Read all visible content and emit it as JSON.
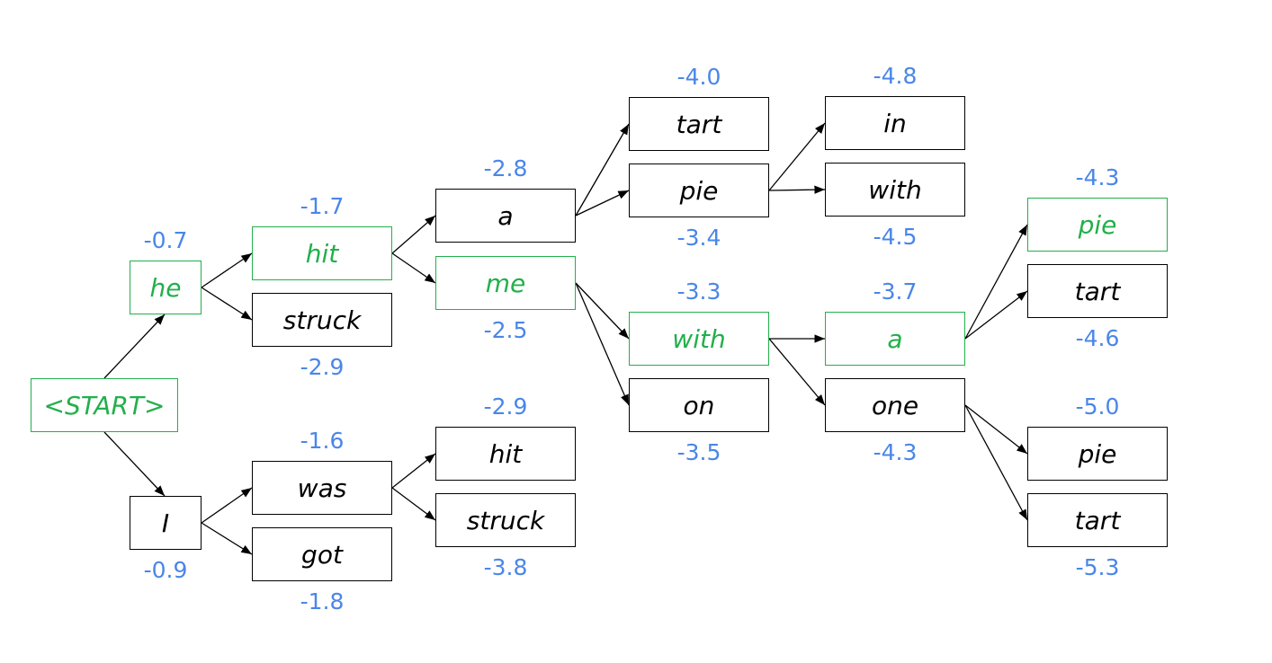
{
  "colors": {
    "highlight": "#22b04b",
    "score": "#4a86e8",
    "default": "#000000"
  },
  "nodes": [
    {
      "id": "start",
      "label": "<START>",
      "score": null,
      "highlight": true,
      "parent": null
    },
    {
      "id": "he",
      "label": "he",
      "score": "-0.7",
      "highlight": true,
      "parent": "start"
    },
    {
      "id": "I",
      "label": "I",
      "score": "-0.9",
      "highlight": false,
      "parent": "start"
    },
    {
      "id": "hit",
      "label": "hit",
      "score": "-1.7",
      "highlight": true,
      "parent": "he"
    },
    {
      "id": "struck",
      "label": "struck",
      "score": "-2.9",
      "highlight": false,
      "parent": "he"
    },
    {
      "id": "was",
      "label": "was",
      "score": "-1.6",
      "highlight": false,
      "parent": "I"
    },
    {
      "id": "got",
      "label": "got",
      "score": "-1.8",
      "highlight": false,
      "parent": "I"
    },
    {
      "id": "a",
      "label": "a",
      "score": "-2.8",
      "highlight": false,
      "parent": "hit"
    },
    {
      "id": "me",
      "label": "me",
      "score": "-2.5",
      "highlight": true,
      "parent": "hit"
    },
    {
      "id": "hit2",
      "label": "hit",
      "score": "-2.9",
      "highlight": false,
      "parent": "was"
    },
    {
      "id": "struck2",
      "label": "struck",
      "score": "-3.8",
      "highlight": false,
      "parent": "was"
    },
    {
      "id": "tart",
      "label": "tart",
      "score": "-4.0",
      "highlight": false,
      "parent": "a"
    },
    {
      "id": "pie",
      "label": "pie",
      "score": "-3.4",
      "highlight": false,
      "parent": "a"
    },
    {
      "id": "with",
      "label": "with",
      "score": "-3.3",
      "highlight": true,
      "parent": "me"
    },
    {
      "id": "on",
      "label": "on",
      "score": "-3.5",
      "highlight": false,
      "parent": "me"
    },
    {
      "id": "in",
      "label": "in",
      "score": "-4.8",
      "highlight": false,
      "parent": "pie"
    },
    {
      "id": "with2",
      "label": "with",
      "score": "-4.5",
      "highlight": false,
      "parent": "pie"
    },
    {
      "id": "a2",
      "label": "a",
      "score": "-3.7",
      "highlight": true,
      "parent": "with"
    },
    {
      "id": "one",
      "label": "one",
      "score": "-4.3",
      "highlight": false,
      "parent": "with"
    },
    {
      "id": "pie2",
      "label": "pie",
      "score": "-4.3",
      "highlight": true,
      "parent": "a2"
    },
    {
      "id": "tart2",
      "label": "tart",
      "score": "-4.6",
      "highlight": false,
      "parent": "a2"
    },
    {
      "id": "pie3",
      "label": "pie",
      "score": "-5.0",
      "highlight": false,
      "parent": "one"
    },
    {
      "id": "tart3",
      "label": "tart",
      "score": "-5.3",
      "highlight": false,
      "parent": "one"
    }
  ]
}
